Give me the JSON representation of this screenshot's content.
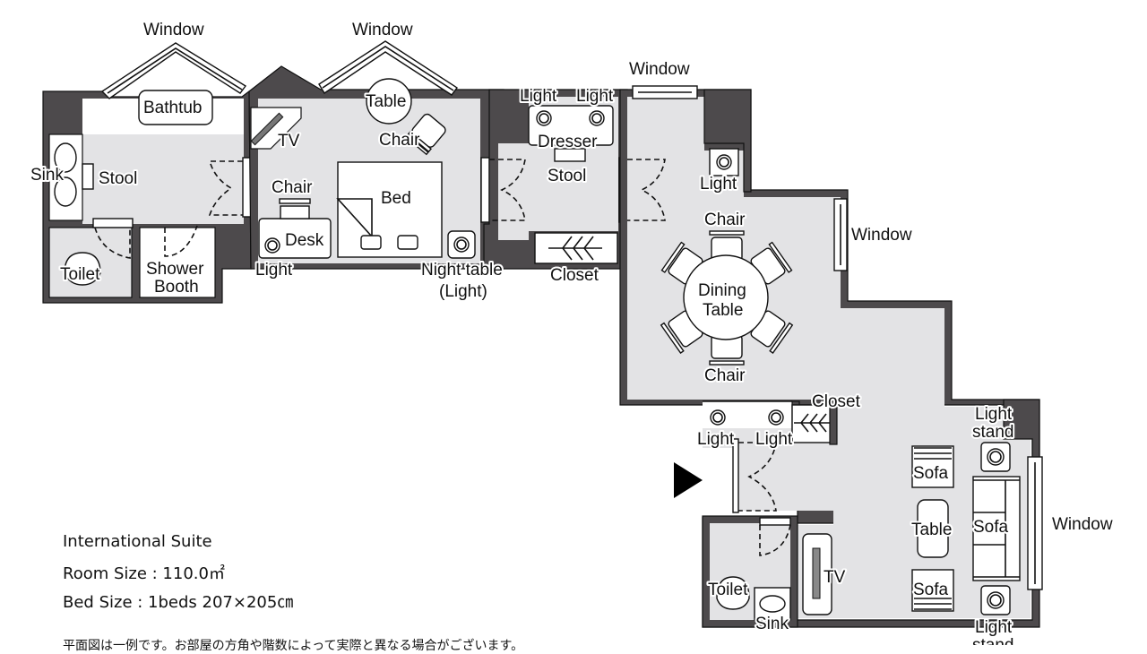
{
  "room": {
    "name": "International Suite",
    "room_size": "Room Size : 110.0㎡",
    "bed_size": "Bed Size : 1beds 207×205㎝",
    "note": "平面図は一例です。お部屋の方角や階数によって実際と異なる場合がございます。"
  },
  "colors": {
    "wall": "#4d4a4c",
    "floor": "#e3e3e5",
    "background": "#ffffff",
    "line": "#111111"
  },
  "labels": {
    "window_bath": "Window",
    "window_bed": "Window",
    "window_top": "Window",
    "window_dining": "Window",
    "window_living": "Window",
    "bathtub": "Bathtub",
    "sink_bath": "Sink",
    "stool_bath": "Stool",
    "toilet_bath": "Toilet",
    "shower_1": "Shower",
    "shower_2": "Booth",
    "tv_bed": "TV",
    "table_bed": "Table",
    "chair_bed": "Chair",
    "chair_desk": "Chair",
    "bed": "Bed",
    "desk": "Desk",
    "light_desk": "Light",
    "night_table": "Night table",
    "night_table_light": "(Light)",
    "light_dresser_left": "Light",
    "light_dresser_right": "Light",
    "dresser": "Dresser",
    "stool_dresser": "Stool",
    "closet_dresser": "Closet",
    "light_dining_corner": "Light",
    "chair_top": "Chair",
    "dining_1": "Dining",
    "dining_2": "Table",
    "chair_bottom": "Chair",
    "closet_entry": "Closet",
    "light_entry_left": "Light",
    "light_entry_right": "Light",
    "toilet_entry": "Toilet",
    "sink_entry": "Sink",
    "tv_living": "TV",
    "light_stand_top_1": "Light",
    "light_stand_top_2": "stand",
    "sofa_top": "Sofa",
    "sofa_middle": "Sofa",
    "sofa_bottom": "Sofa",
    "table_living": "Table",
    "light_stand_bottom_1": "Light",
    "light_stand_bottom_2": "stand"
  },
  "entrance_marker": "entrance-arrow"
}
